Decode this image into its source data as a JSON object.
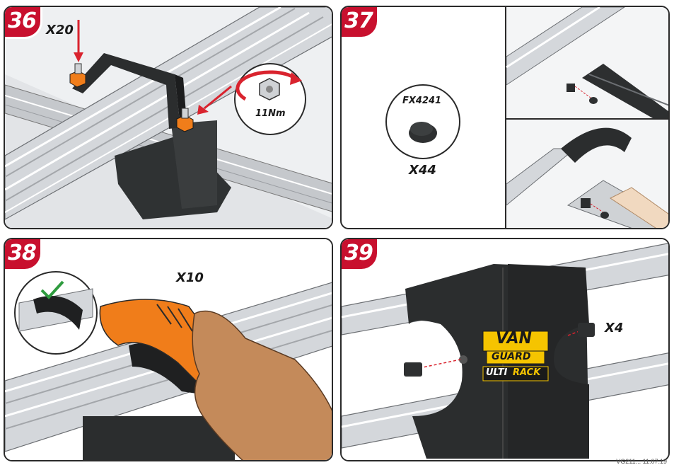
{
  "steps": [
    {
      "number": "36",
      "quantity": "X20",
      "torque": "11Nm"
    },
    {
      "number": "37",
      "part_code": "FX4241",
      "quantity": "X44"
    },
    {
      "number": "38",
      "quantity": "X10"
    },
    {
      "number": "39",
      "quantity": "X4",
      "logo_line1": "VAN",
      "logo_line2": "GUARD",
      "logo_line3a": "ULTI",
      "logo_line3b": "RACK"
    }
  ],
  "footer": "VG211... 11.07.19",
  "colors": {
    "badge": "#c8102e",
    "arrow": "#d9232e",
    "orange": "#f07d1a",
    "logo_yellow": "#f5c400",
    "bar": "#c9ccd1",
    "bracket": "#2b2d2e"
  }
}
